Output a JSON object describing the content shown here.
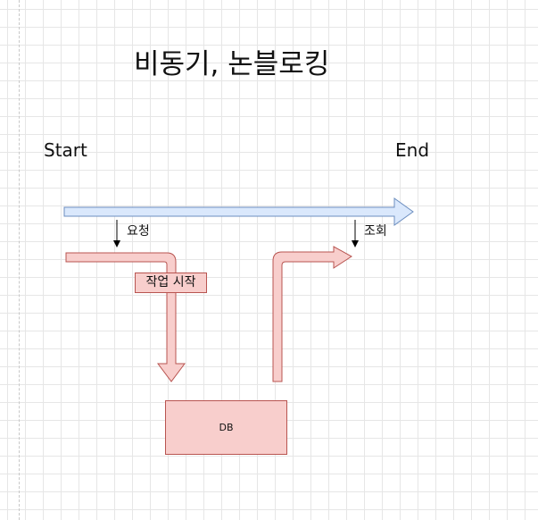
{
  "diagram": {
    "title": "비동기, 논블로킹",
    "start_label": "Start",
    "end_label": "End",
    "request_label": "요청",
    "query_label": "조회",
    "task_start_label": "작업 시작",
    "db_label": "DB"
  },
  "colors": {
    "timeline_fill": "#dae8fc",
    "timeline_stroke": "#6c8ebf",
    "task_fill": "#f8cecc",
    "task_stroke": "#b85450"
  }
}
